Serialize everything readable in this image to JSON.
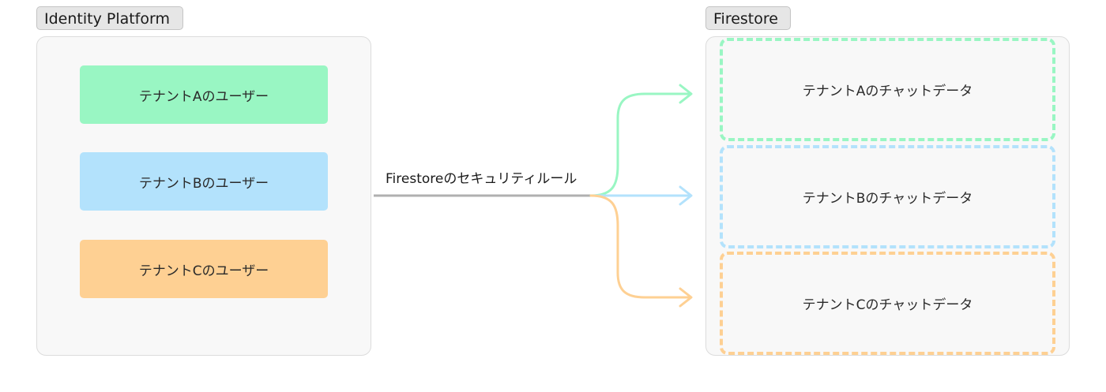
{
  "groups": {
    "identity_platform": {
      "label": "Identity Platform",
      "users": [
        {
          "label": "テナントAのユーザー",
          "color": "#99f6c3"
        },
        {
          "label": "テナントBのユーザー",
          "color": "#b3e2fc"
        },
        {
          "label": "テナントCのユーザー",
          "color": "#fed093"
        }
      ]
    },
    "firestore": {
      "label": "Firestore",
      "data": [
        {
          "label": "テナントAのチャットデータ",
          "color": "#99f6c3"
        },
        {
          "label": "テナントBのチャットデータ",
          "color": "#b3e2fc"
        },
        {
          "label": "テナントCのチャットデータ",
          "color": "#fed093"
        }
      ]
    }
  },
  "connector": {
    "label": "Firestoreのセキュリティルール",
    "line_color": "#b0b0b0"
  }
}
